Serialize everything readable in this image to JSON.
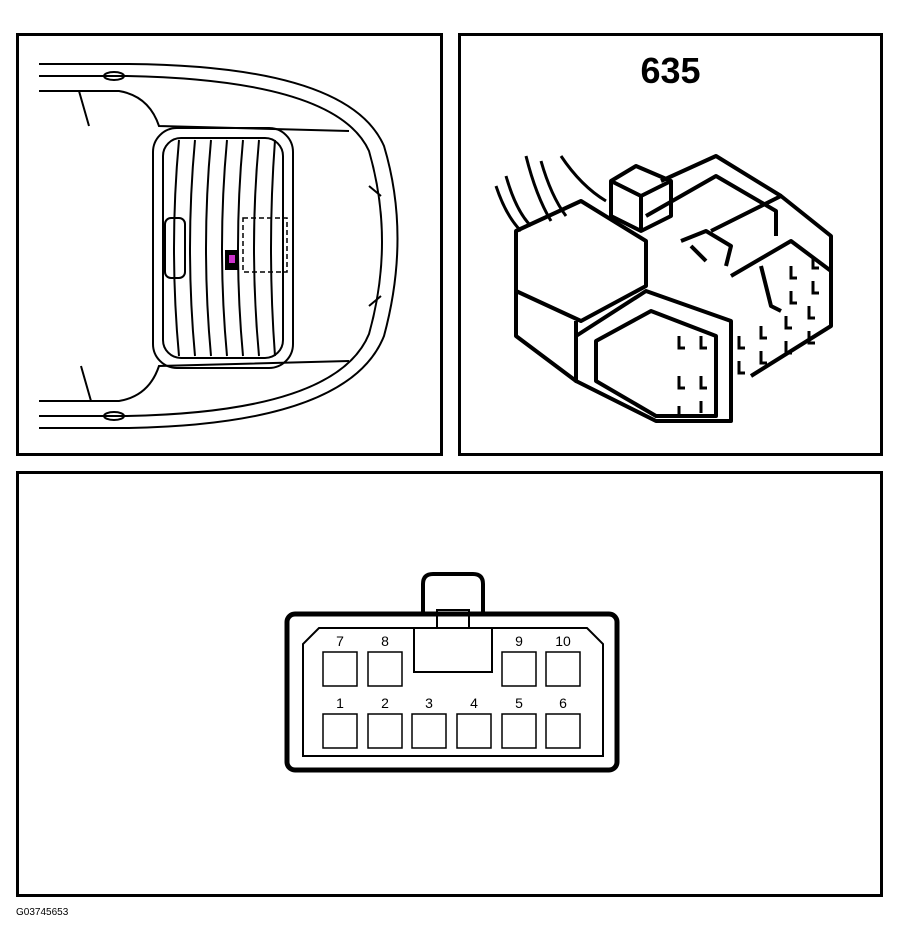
{
  "connector": {
    "number": "635",
    "top_row_pins": [
      "7",
      "8",
      "9",
      "10"
    ],
    "bottom_row_pins": [
      "1",
      "2",
      "3",
      "4",
      "5",
      "6"
    ]
  },
  "figure_id": "G03745653",
  "colors": {
    "outline": "#000000",
    "background": "#ffffff",
    "location_marker": "#cc33cc"
  }
}
